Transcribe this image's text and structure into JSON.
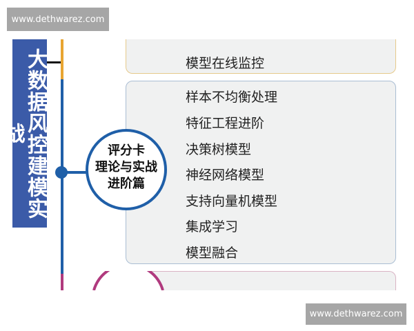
{
  "watermark": "www.dethwarez.com",
  "title": "大数据风控建模实战",
  "branch_top": {
    "items": [
      "模型在线监控"
    ]
  },
  "branch_main": {
    "label": "评分卡理论与实战进阶篇",
    "label_lines": [
      "评分卡",
      "理论与实战",
      "进阶篇"
    ],
    "items": [
      "样本不均衡处理",
      "特征工程进阶",
      "决策树模型",
      "神经网络模型",
      "支持向量机模型",
      "集成学习",
      "模型融合"
    ]
  },
  "colors": {
    "title_bg": "#3b5ba8",
    "orange": "#e8a531",
    "blue": "#1f5fa8",
    "magenta": "#b03a7e"
  }
}
